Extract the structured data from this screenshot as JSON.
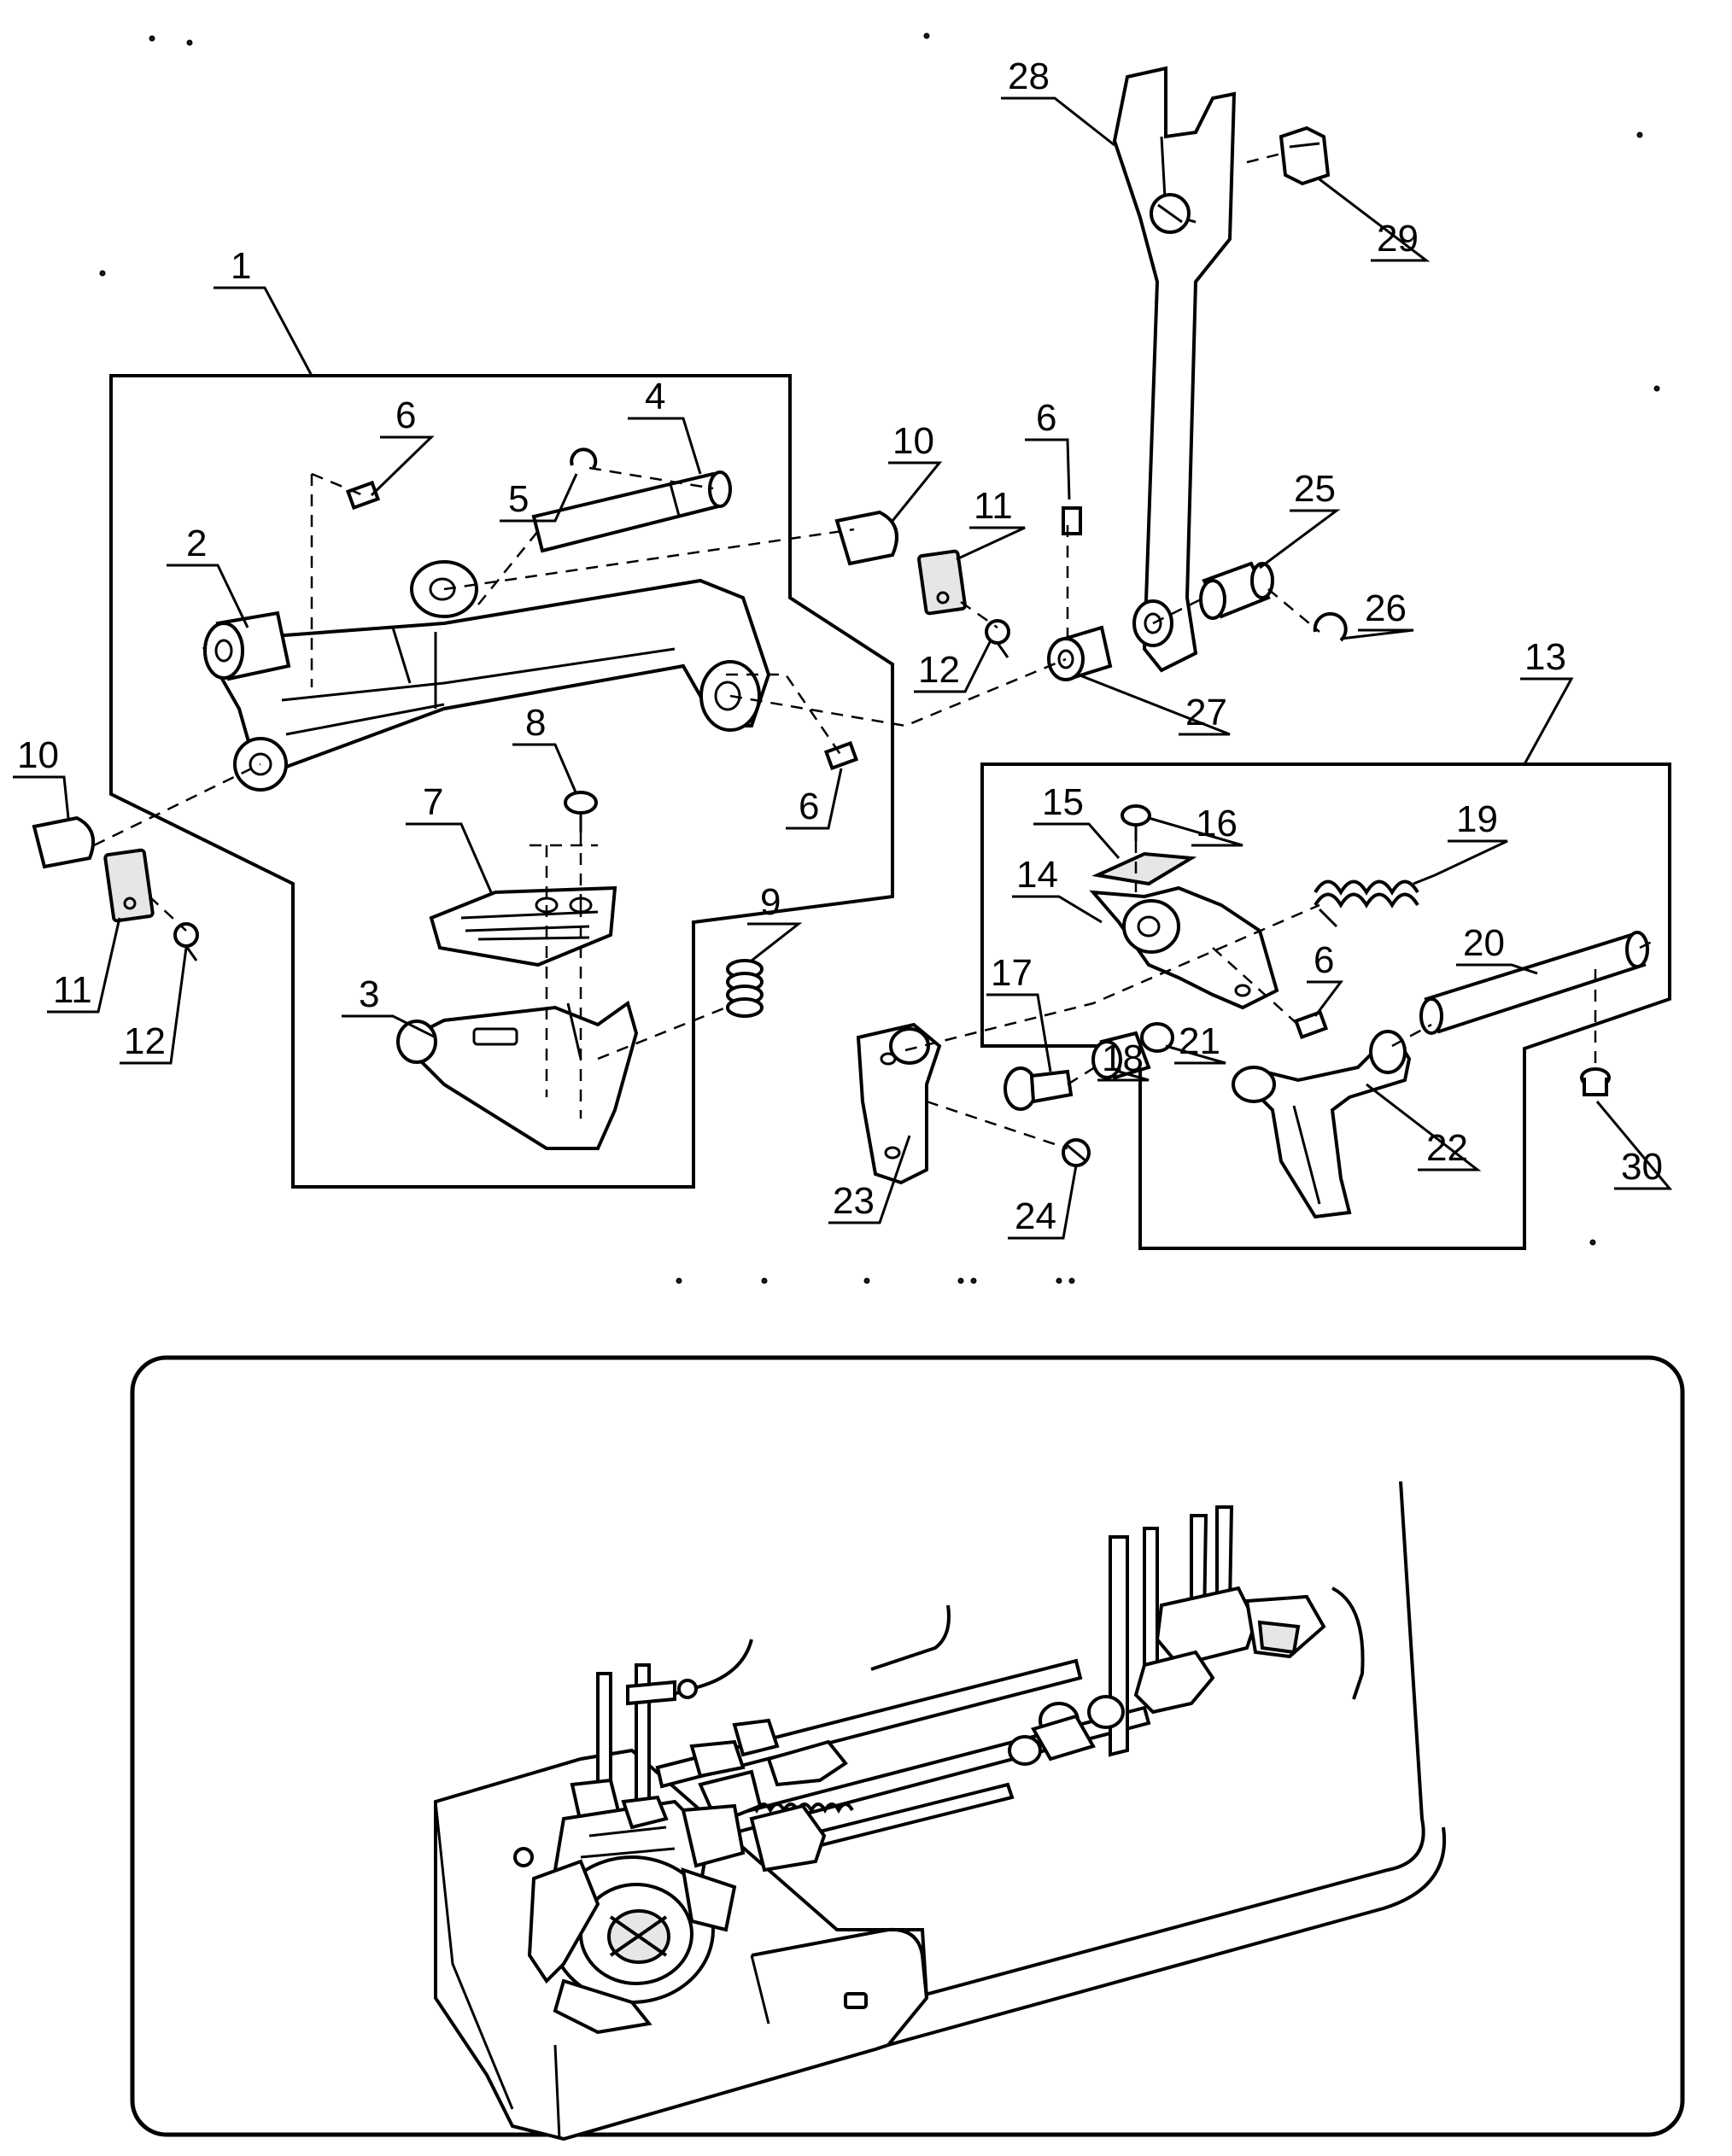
{
  "callouts": [
    {
      "id": "c1",
      "label": "1"
    },
    {
      "id": "c2",
      "label": "2"
    },
    {
      "id": "c3",
      "label": "3"
    },
    {
      "id": "c4",
      "label": "4"
    },
    {
      "id": "c5",
      "label": "5"
    },
    {
      "id": "c6a",
      "label": "6"
    },
    {
      "id": "c6b",
      "label": "6"
    },
    {
      "id": "c6c",
      "label": "6"
    },
    {
      "id": "c6d",
      "label": "6"
    },
    {
      "id": "c7",
      "label": "7"
    },
    {
      "id": "c8",
      "label": "8"
    },
    {
      "id": "c9",
      "label": "9"
    },
    {
      "id": "c10a",
      "label": "10"
    },
    {
      "id": "c10b",
      "label": "10"
    },
    {
      "id": "c11a",
      "label": "11"
    },
    {
      "id": "c11b",
      "label": "11"
    },
    {
      "id": "c12a",
      "label": "12"
    },
    {
      "id": "c12b",
      "label": "12"
    },
    {
      "id": "c13",
      "label": "13"
    },
    {
      "id": "c14",
      "label": "14"
    },
    {
      "id": "c15",
      "label": "15"
    },
    {
      "id": "c16",
      "label": "16"
    },
    {
      "id": "c17",
      "label": "17"
    },
    {
      "id": "c18",
      "label": "18"
    },
    {
      "id": "c19",
      "label": "19"
    },
    {
      "id": "c20",
      "label": "20"
    },
    {
      "id": "c21",
      "label": "21"
    },
    {
      "id": "c22",
      "label": "22"
    },
    {
      "id": "c23",
      "label": "23"
    },
    {
      "id": "c24",
      "label": "24"
    },
    {
      "id": "c25",
      "label": "25"
    },
    {
      "id": "c26",
      "label": "26"
    },
    {
      "id": "c27",
      "label": "27"
    },
    {
      "id": "c28",
      "label": "28"
    },
    {
      "id": "c29",
      "label": "29"
    },
    {
      "id": "c30",
      "label": "30"
    }
  ]
}
